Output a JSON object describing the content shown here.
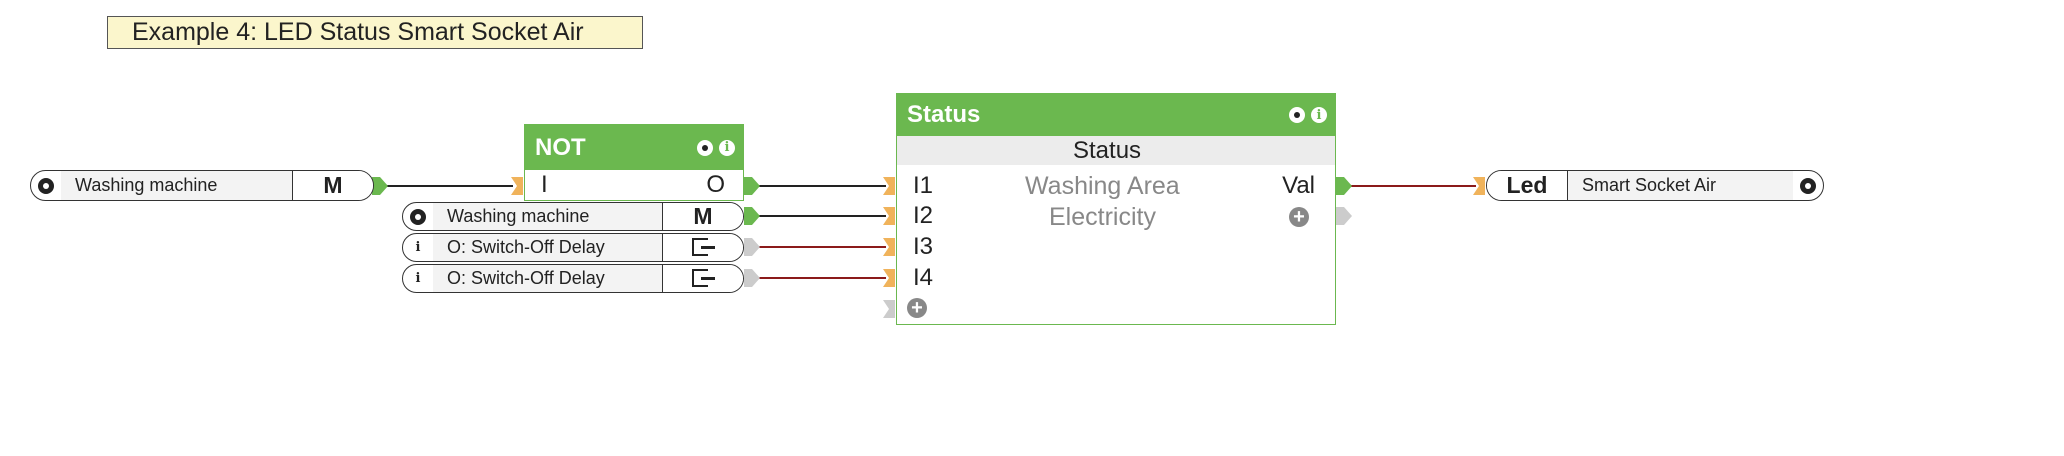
{
  "title": "Example 4: LED Status Smart Socket Air",
  "icons": {
    "gear": "gear-icon",
    "info": "info-icon",
    "plus": "plus-icon",
    "exit": "exit-icon"
  },
  "colors": {
    "block_header": "#6bb84f",
    "title_bg": "#fbf6cc",
    "output_connector": "#6bb84f",
    "input_connector": "#f0b35b",
    "unconnected": "#cccccc",
    "wire_dark": "#222222",
    "wire_red": "#8b1a1a"
  },
  "inputs": {
    "washing_left": {
      "name": "Washing machine",
      "type": "M"
    },
    "washing_second": {
      "name": "Washing machine",
      "type": "M"
    },
    "delay1": {
      "name": "O: Switch-Off Delay"
    },
    "delay2": {
      "name": "O: Switch-Off Delay"
    }
  },
  "not_block": {
    "title": "NOT",
    "input": "I",
    "output": "O"
  },
  "status_block": {
    "title": "Status",
    "subtitle": "Status",
    "inputs": [
      "I1",
      "I2",
      "I3",
      "I4"
    ],
    "output": "Val",
    "texts": [
      "Washing Area",
      "Electricity"
    ]
  },
  "output": {
    "type": "Led",
    "name": "Smart Socket Air"
  }
}
